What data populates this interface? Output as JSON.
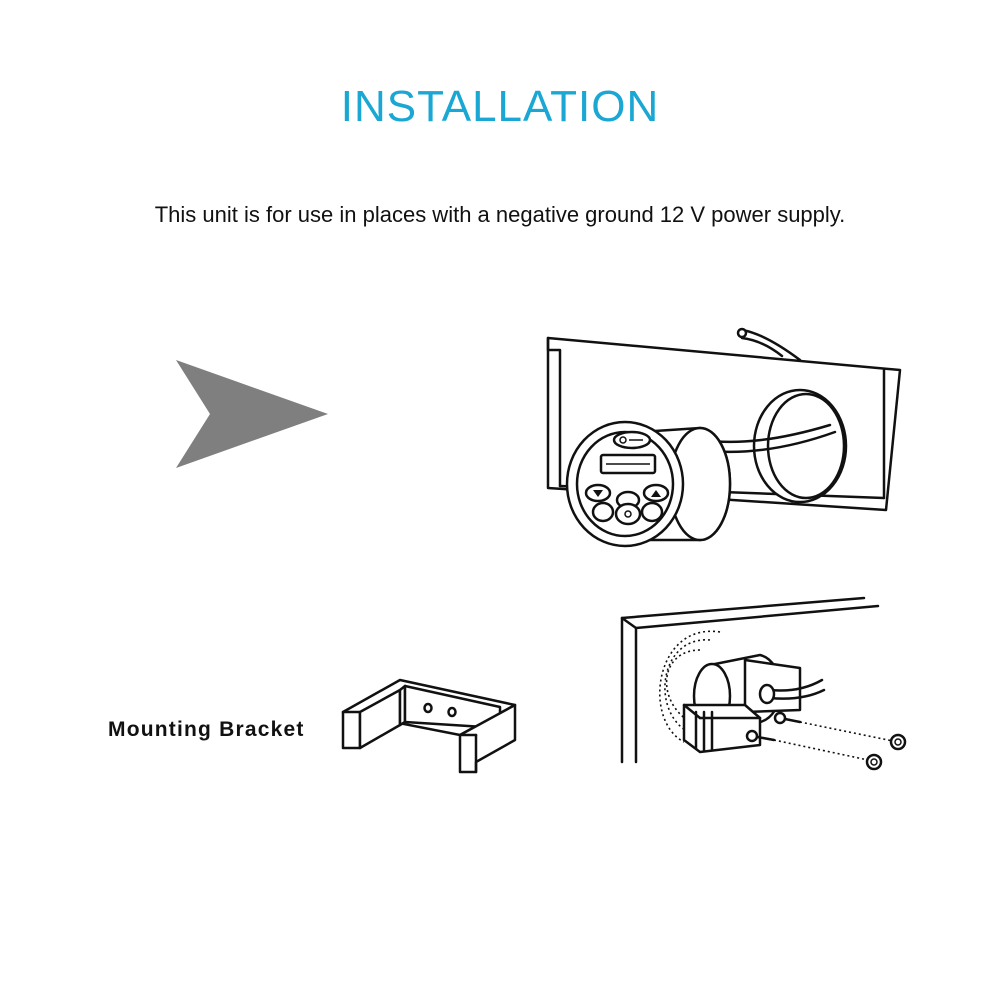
{
  "title": "INSTALLATION",
  "subtitle": "This unit is for use in places with a negative ground 12 V power supply.",
  "bracket_label": "Mounting Bracket",
  "colors": {
    "title": "#1aa7d4",
    "arrow": "#7f7f7f",
    "line": "#111111"
  },
  "icons": [
    "arrow-right-icon"
  ]
}
